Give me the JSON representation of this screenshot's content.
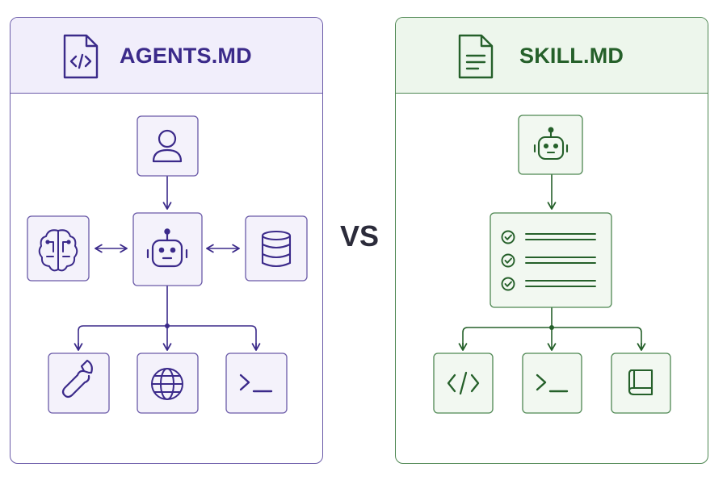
{
  "left_panel": {
    "title": "AGENTS.MD",
    "header_icon": "code-file-icon",
    "nodes": [
      "user-icon",
      "brain-icon",
      "robot-icon",
      "database-icon",
      "wrench-icon",
      "globe-icon",
      "terminal-icon"
    ],
    "accent": "#3b2a8a",
    "border": "#6a5aa8",
    "header_bg": "#f1eefb"
  },
  "right_panel": {
    "title": "SKILL.MD",
    "header_icon": "document-icon",
    "nodes": [
      "robot-icon",
      "checklist-icon",
      "code-icon",
      "terminal-icon",
      "book-icon"
    ],
    "accent": "#25602a",
    "border": "#4e8752",
    "header_bg": "#edf6ec"
  },
  "vs_label": "VS"
}
